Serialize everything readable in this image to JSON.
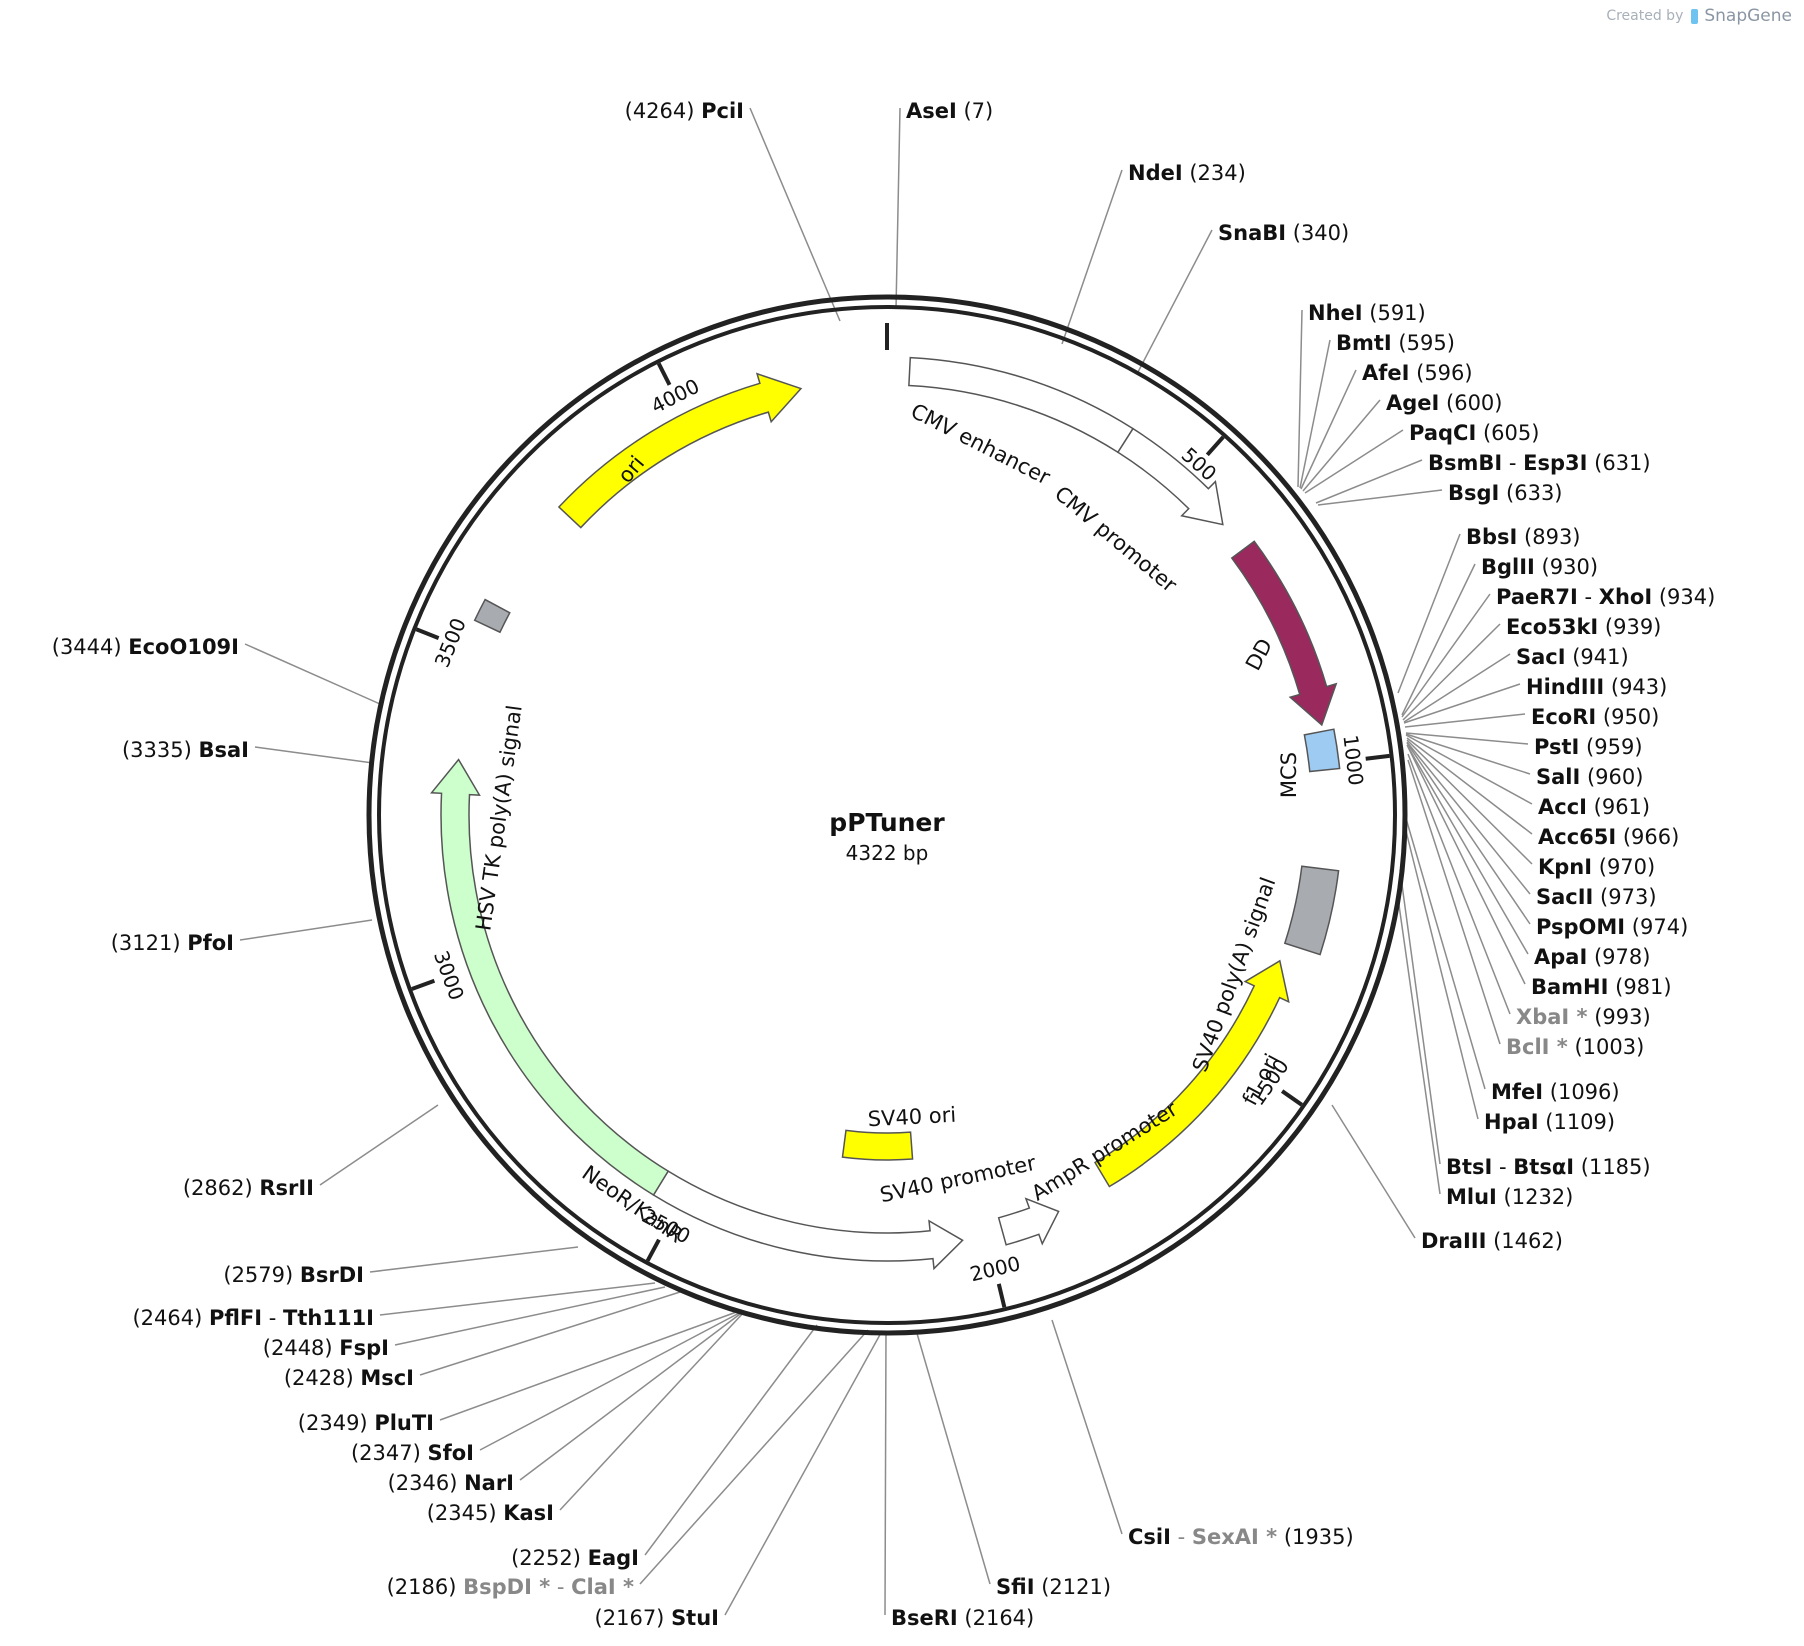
{
  "credit": {
    "prefix": "Created by",
    "brand": "SnapGene"
  },
  "plasmid": {
    "name": "pPTuner",
    "length_label": "4322 bp",
    "length": 4322
  },
  "ticks": [
    {
      "bp": 500,
      "label": "500"
    },
    {
      "bp": 1000,
      "label": "1000"
    },
    {
      "bp": 1500,
      "label": "1500"
    },
    {
      "bp": 2000,
      "label": "2000"
    },
    {
      "bp": 2500,
      "label": "2500"
    },
    {
      "bp": 3000,
      "label": "3000"
    },
    {
      "bp": 3500,
      "label": "3500"
    },
    {
      "bp": 4000,
      "label": "4000"
    }
  ],
  "colors": {
    "backbone": "#222222",
    "ori": "#ffff00",
    "DD": "#9a2a5e",
    "MCS": "#9ecbf2",
    "polyA": "#a8abb0",
    "f1_ori": "#ffff00",
    "NeoR": "#ccffcc",
    "open": "#ffffff",
    "leader": "#8c8c8c",
    "site_gray": "#8c8c8c"
  },
  "features": [
    {
      "name": "CMV enhancer",
      "kind": "arrow",
      "color": "open"
    },
    {
      "name": "CMV promoter",
      "kind": "arrow",
      "color": "open"
    },
    {
      "name": "DD",
      "kind": "arrow",
      "color": "DD"
    },
    {
      "name": "MCS",
      "kind": "box",
      "color": "MCS"
    },
    {
      "name": "SV40 poly(A) signal",
      "kind": "box",
      "color": "polyA"
    },
    {
      "name": "f1 ori",
      "kind": "arrow",
      "color": "f1_ori"
    },
    {
      "name": "AmpR promoter",
      "kind": "arrow",
      "color": "open"
    },
    {
      "name": "SV40 promoter",
      "kind": "arrow",
      "color": "open"
    },
    {
      "name": "SV40 ori",
      "kind": "box",
      "color": "ori"
    },
    {
      "name": "NeoR/KanR",
      "kind": "arrow",
      "color": "NeoR"
    },
    {
      "name": "HSV TK poly(A) signal",
      "kind": "box",
      "color": "polyA"
    },
    {
      "name": "ori",
      "kind": "arrow",
      "color": "ori"
    }
  ],
  "sites": [
    {
      "pos": "(4264)",
      "enz": [
        "PciI"
      ],
      "side": "left"
    },
    {
      "pos": "(7)",
      "enz": [
        "AseI"
      ],
      "side": "right"
    },
    {
      "pos": "(234)",
      "enz": [
        "NdeI"
      ],
      "side": "right"
    },
    {
      "pos": "(340)",
      "enz": [
        "SnaBI"
      ],
      "side": "right"
    },
    {
      "pos": "(591)",
      "enz": [
        "NheI"
      ],
      "side": "right"
    },
    {
      "pos": "(595)",
      "enz": [
        "BmtI"
      ],
      "side": "right"
    },
    {
      "pos": "(596)",
      "enz": [
        "AfeI"
      ],
      "side": "right"
    },
    {
      "pos": "(600)",
      "enz": [
        "AgeI"
      ],
      "side": "right"
    },
    {
      "pos": "(605)",
      "enz": [
        "PaqCI"
      ],
      "side": "right"
    },
    {
      "pos": "(631)",
      "enz": [
        "BsmBI",
        "Esp3I"
      ],
      "side": "right"
    },
    {
      "pos": "(633)",
      "enz": [
        "BsgI"
      ],
      "side": "right"
    },
    {
      "pos": "(893)",
      "enz": [
        "BbsI"
      ],
      "side": "right"
    },
    {
      "pos": "(930)",
      "enz": [
        "BglII"
      ],
      "side": "right"
    },
    {
      "pos": "(934)",
      "enz": [
        "PaeR7I",
        "XhoI"
      ],
      "side": "right"
    },
    {
      "pos": "(939)",
      "enz": [
        "Eco53kI"
      ],
      "side": "right"
    },
    {
      "pos": "(941)",
      "enz": [
        "SacI"
      ],
      "side": "right"
    },
    {
      "pos": "(943)",
      "enz": [
        "HindIII"
      ],
      "side": "right"
    },
    {
      "pos": "(950)",
      "enz": [
        "EcoRI"
      ],
      "side": "right"
    },
    {
      "pos": "(959)",
      "enz": [
        "PstI"
      ],
      "side": "right"
    },
    {
      "pos": "(960)",
      "enz": [
        "SalI"
      ],
      "side": "right"
    },
    {
      "pos": "(961)",
      "enz": [
        "AccI"
      ],
      "side": "right"
    },
    {
      "pos": "(966)",
      "enz": [
        "Acc65I"
      ],
      "side": "right"
    },
    {
      "pos": "(970)",
      "enz": [
        "KpnI"
      ],
      "side": "right"
    },
    {
      "pos": "(973)",
      "enz": [
        "SacII"
      ],
      "side": "right"
    },
    {
      "pos": "(974)",
      "enz": [
        "PspOMI"
      ],
      "side": "right"
    },
    {
      "pos": "(978)",
      "enz": [
        "ApaI"
      ],
      "side": "right"
    },
    {
      "pos": "(981)",
      "enz": [
        "BamHI"
      ],
      "side": "right"
    },
    {
      "pos": "(993)",
      "enz": [
        "XbaI *"
      ],
      "side": "right",
      "gray": true
    },
    {
      "pos": "(1003)",
      "enz": [
        "BclI *"
      ],
      "side": "right",
      "gray": true
    },
    {
      "pos": "(1096)",
      "enz": [
        "MfeI"
      ],
      "side": "right"
    },
    {
      "pos": "(1109)",
      "enz": [
        "HpaI"
      ],
      "side": "right"
    },
    {
      "pos": "(1185)",
      "enz": [
        "BtsI",
        "BtsαI"
      ],
      "side": "right"
    },
    {
      "pos": "(1232)",
      "enz": [
        "MluI"
      ],
      "side": "right"
    },
    {
      "pos": "(1462)",
      "enz": [
        "DraIII"
      ],
      "side": "right"
    },
    {
      "pos": "(1935)",
      "enz": [
        "CsiI",
        "SexAI *"
      ],
      "side": "right",
      "gray2": true
    },
    {
      "pos": "(2121)",
      "enz": [
        "SfiI"
      ],
      "side": "right"
    },
    {
      "pos": "(2164)",
      "enz": [
        "BseRI"
      ],
      "side": "right"
    },
    {
      "pos": "(2167)",
      "enz": [
        "StuI"
      ],
      "side": "left"
    },
    {
      "pos": "(2186)",
      "enz": [
        "BspDI *",
        "ClaI *"
      ],
      "side": "left",
      "gray": true
    },
    {
      "pos": "(2252)",
      "enz": [
        "EagI"
      ],
      "side": "left"
    },
    {
      "pos": "(2345)",
      "enz": [
        "KasI"
      ],
      "side": "left"
    },
    {
      "pos": "(2346)",
      "enz": [
        "NarI"
      ],
      "side": "left"
    },
    {
      "pos": "(2347)",
      "enz": [
        "SfoI"
      ],
      "side": "left"
    },
    {
      "pos": "(2349)",
      "enz": [
        "PluTI"
      ],
      "side": "left"
    },
    {
      "pos": "(2428)",
      "enz": [
        "MscI"
      ],
      "side": "left"
    },
    {
      "pos": "(2448)",
      "enz": [
        "FspI"
      ],
      "side": "left"
    },
    {
      "pos": "(2464)",
      "enz": [
        "PflFI",
        "Tth111I"
      ],
      "side": "left"
    },
    {
      "pos": "(2579)",
      "enz": [
        "BsrDI"
      ],
      "side": "left"
    },
    {
      "pos": "(2862)",
      "enz": [
        "RsrII"
      ],
      "side": "left"
    },
    {
      "pos": "(3121)",
      "enz": [
        "PfoI"
      ],
      "side": "left"
    },
    {
      "pos": "(3335)",
      "enz": [
        "BsaI"
      ],
      "side": "left"
    },
    {
      "pos": "(3444)",
      "enz": [
        "EcoO109I"
      ],
      "side": "left"
    }
  ]
}
